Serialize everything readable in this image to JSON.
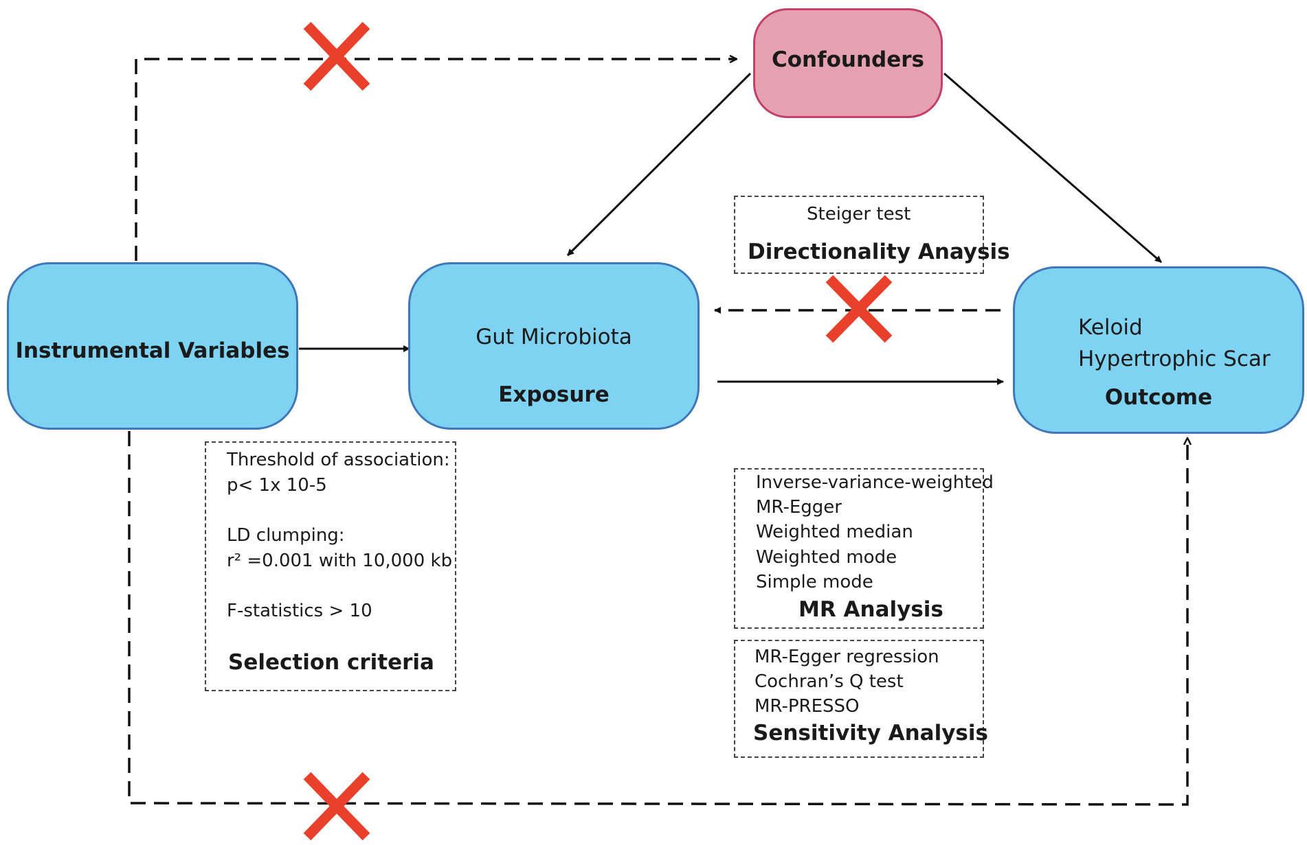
{
  "nodes": {
    "confounders": {
      "label": "Confounders"
    },
    "instrumental": {
      "label": "Instrumental Variables"
    },
    "exposure": {
      "name": "Gut Microbiota",
      "role": "Exposure"
    },
    "outcome": {
      "line1": "Keloid",
      "line2": "Hypertrophic Scar",
      "role": "Outcome"
    }
  },
  "boxes": {
    "directionality": {
      "items": [
        "Steiger test"
      ],
      "title": "Directionality Anaysis"
    },
    "selection": {
      "items": [
        "Threshold of association:",
        "p< 1x 10-5",
        "LD clumping:",
        "r² =0.001 with 10,000 kb",
        "F-statistics > 10"
      ],
      "title": "Selection criteria"
    },
    "mr": {
      "items": [
        "Inverse-variance-weighted",
        "MR-Egger",
        "Weighted median",
        "Weighted mode",
        "Simple mode"
      ],
      "title": "MR Analysis"
    },
    "sensitivity": {
      "items": [
        "MR-Egger regression",
        "Cochran’s Q test",
        "MR-PRESSO"
      ],
      "title": "Sensitivity Analysis"
    }
  },
  "edges": [
    {
      "from": "instrumental",
      "to": "confounders",
      "style": "dashed",
      "blocked": true
    },
    {
      "from": "instrumental",
      "to": "outcome",
      "style": "dashed",
      "blocked": true
    },
    {
      "from": "outcome",
      "to": "exposure",
      "style": "dashed",
      "blocked": true
    },
    {
      "from": "confounders",
      "to": "exposure",
      "style": "solid",
      "blocked": false
    },
    {
      "from": "confounders",
      "to": "outcome",
      "style": "solid",
      "blocked": false
    },
    {
      "from": "instrumental",
      "to": "exposure",
      "style": "solid",
      "blocked": false
    },
    {
      "from": "exposure",
      "to": "outcome",
      "style": "solid",
      "blocked": false
    }
  ],
  "colors": {
    "node_fill": "#7fd3f2",
    "node_border": "#3f78b8",
    "confounder_fill": "#e6a1b1",
    "confounder_border": "#c2406a",
    "cross": "#e8402a",
    "line": "#111111"
  }
}
